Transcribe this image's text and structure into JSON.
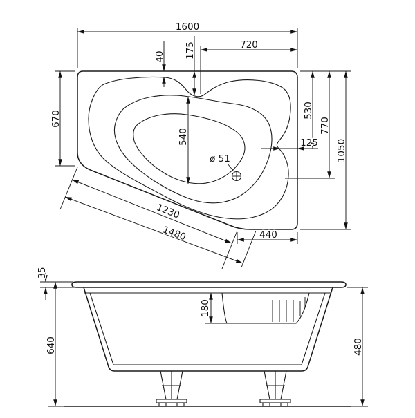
{
  "drawing": {
    "subject": "asymmetric corner bathtub technical drawing, top view and side view",
    "top": {
      "d1600": "1600",
      "d720": "720",
      "d175": "175",
      "d40": "40",
      "d670": "670",
      "d530": "530",
      "d770": "770",
      "d1050": "1050",
      "d125": "125",
      "d540": "540",
      "drain": "ø 51",
      "d1230": "1230",
      "d1480": "1480",
      "d440": "440"
    },
    "side": {
      "d35": "35",
      "d640": "640",
      "d180": "180",
      "d480": "480"
    }
  }
}
